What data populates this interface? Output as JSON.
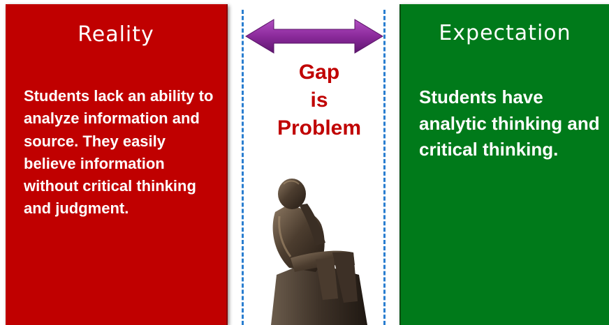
{
  "reality": {
    "title": "Reality",
    "text": "Students lack an ability to analyze information and source. They easily believe information without critical thinking and judgment."
  },
  "expectation": {
    "title": "Expectation",
    "text": "Students have analytic thinking and critical thinking."
  },
  "gap": {
    "line1": "Gap",
    "line2": "is",
    "line3": "Problem"
  },
  "colors": {
    "reality": "#c00000",
    "expectation": "#007a1a",
    "arrow": "#8b2a9b",
    "dashed_lines": "#2a7ed0"
  },
  "icons": {
    "arrow": "double-headed-arrow-icon",
    "statue": "thinker-statue-icon"
  }
}
